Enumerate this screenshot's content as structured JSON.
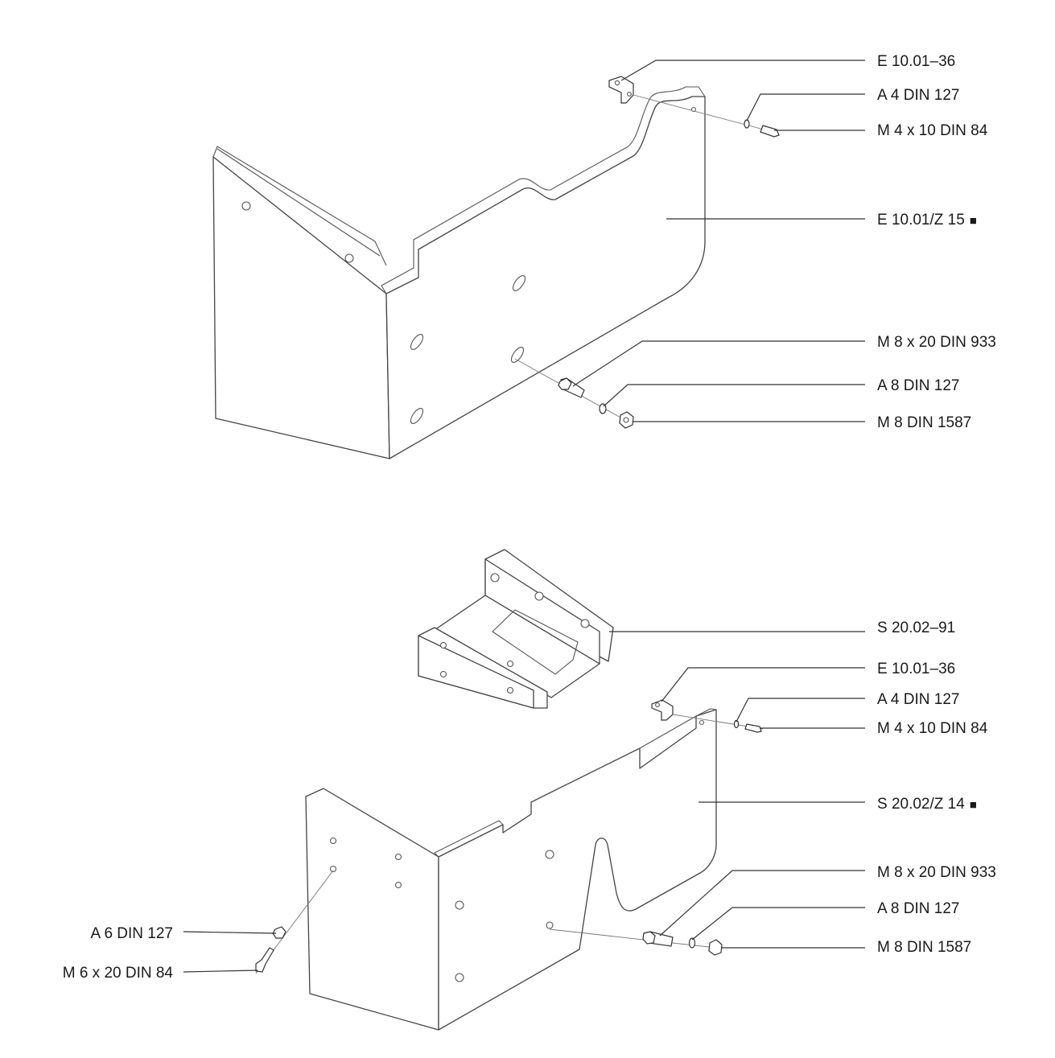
{
  "top_assembly": {
    "labels": {
      "bracket": "E 10.01–36",
      "washer_small": "A 4 DIN 127",
      "screw_small": "M 4 x 10 DIN 84",
      "panel": "E 10.01/Z 15",
      "bolt": "M 8 x 20 DIN 933",
      "washer_large": "A 8 DIN 127",
      "nut": "M 8 DIN 1587"
    },
    "panel_marker": "■"
  },
  "bottom_assembly": {
    "labels": {
      "adapter": "S 20.02–91",
      "bracket": "E 10.01–36",
      "washer_small": "A 4 DIN 127",
      "screw_small": "M 4 x 10 DIN 84",
      "panel": "S 20.02/Z 14",
      "bolt": "M 8 x 20 DIN 933",
      "washer_large": "A 8 DIN 127",
      "nut": "M 8 DIN 1587",
      "washer_side": "A 6 DIN 127",
      "screw_side": "M 6 x 20 DIN 84"
    },
    "panel_marker": "■"
  }
}
